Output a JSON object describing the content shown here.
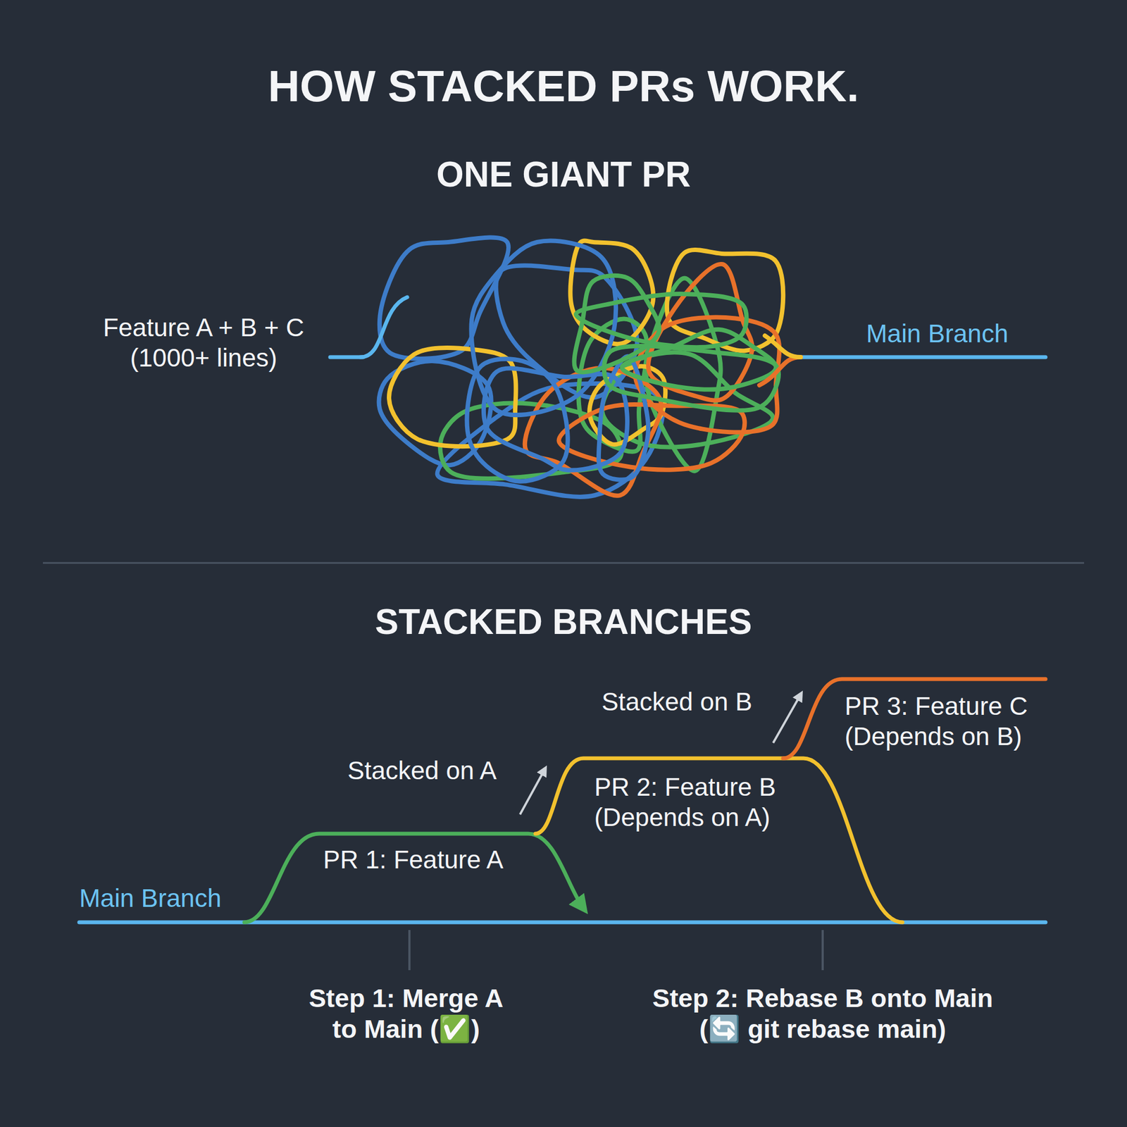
{
  "diagram": {
    "title": "HOW STACKED PRs WORK.",
    "labels": [
      "ONE GIANT PR",
      "Feature A + B + C (1000+ lines)",
      "Main Branch",
      "STACKED BRANCHES",
      "Stacked on B",
      "PR 3: Feature C (Depends on B)",
      "Stacked on A",
      "PR 2: Feature B (Depends on A)",
      "PR 1: Feature A",
      "Main Branch",
      "Step 1: Merge A to Main (✅)",
      "Step 2: Rebase B onto Main (🔄 git rebase main)"
    ]
  }
}
